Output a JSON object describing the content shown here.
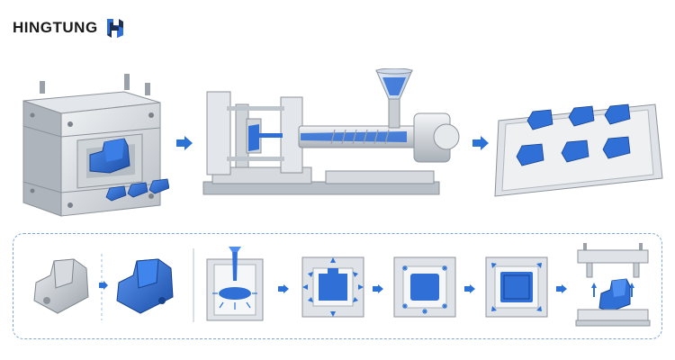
{
  "brand": {
    "name": "HINGTUNG",
    "logo_icon": "hingtung-logo-icon",
    "colors": {
      "text": "#1a1a1a",
      "logo_dark": "#1f2f4f",
      "logo_blue": "#2f6fd6"
    }
  },
  "palette": {
    "part_blue": "#2f6fd6",
    "part_blue_dark": "#1d4fa8",
    "steel": "#c9ced4",
    "steel_light": "#e8ebee",
    "steel_dark": "#8c939b",
    "arrow_blue": "#2a72d8",
    "dashed_border": "#7fa6d6"
  },
  "top_process": [
    {
      "step": "mold-with-parts",
      "icon": "mold-block-icon"
    },
    {
      "step": "injection-molding-machine",
      "icon": "injection-machine-icon"
    },
    {
      "step": "finished-parts-tray",
      "icon": "parts-tray-icon"
    }
  ],
  "bottom_process": [
    {
      "step": "raw-part-model",
      "icon": "gray-part-icon"
    },
    {
      "step": "blue-part-model",
      "icon": "blue-part-icon"
    },
    {
      "step": "melt-injection",
      "icon": "injection-stage-icon"
    },
    {
      "step": "pressure-packing",
      "icon": "packing-stage-icon"
    },
    {
      "step": "cooling",
      "icon": "cooling-stage-icon"
    },
    {
      "step": "solidified",
      "icon": "solid-stage-icon"
    },
    {
      "step": "ejection",
      "icon": "ejection-stage-icon"
    }
  ]
}
